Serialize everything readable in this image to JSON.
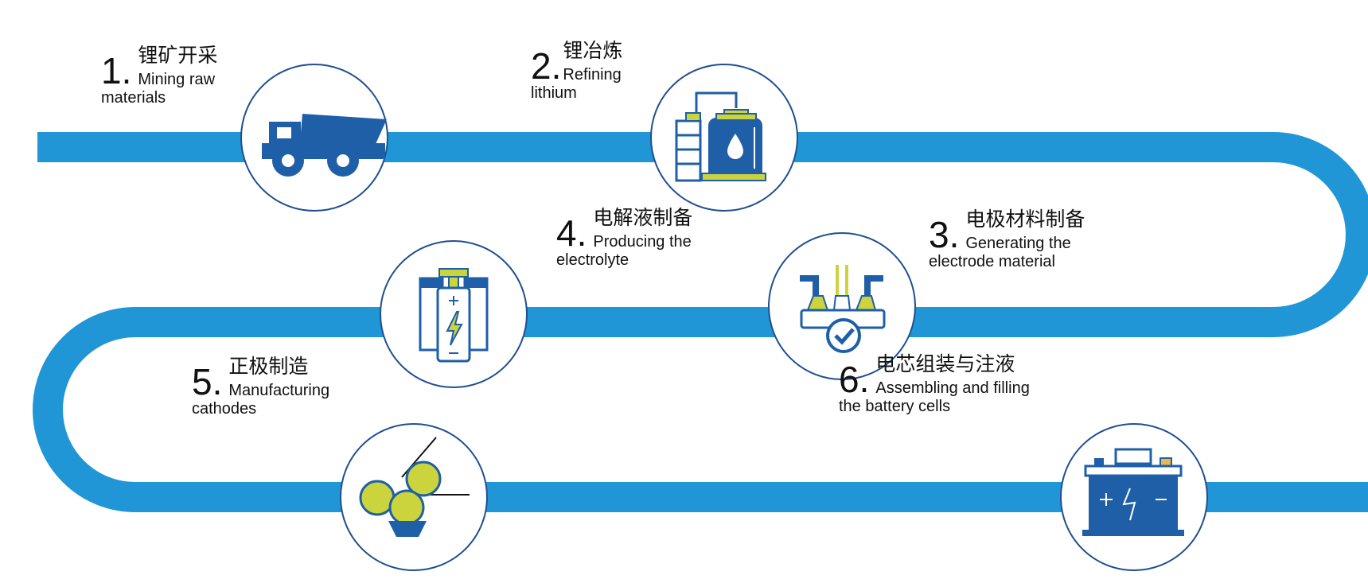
{
  "steps": [
    {
      "number": "1.",
      "zh": "锂矿开采",
      "en_line1": "Mining raw",
      "en_line2": "materials",
      "icon": "mining-truck-icon"
    },
    {
      "number": "2.",
      "zh": "锂冶炼",
      "en_line1": "Refining",
      "en_line2": "lithium",
      "icon": "refinery-tank-icon"
    },
    {
      "number": "3.",
      "zh": "电极材料制备",
      "en_line1": "Generating the",
      "en_line2": "electrode material",
      "icon": "electrode-check-icon"
    },
    {
      "number": "4.",
      "zh": "电解液制备",
      "en_line1": "Producing the",
      "en_line2": "electrolyte",
      "icon": "electrolyte-battery-icon"
    },
    {
      "number": "5.",
      "zh": "正极制造",
      "en_line1": "Manufacturing",
      "en_line2": "cathodes",
      "icon": "cathode-rollers-icon"
    },
    {
      "number": "6.",
      "zh": "电芯组装与注液",
      "en_line1": "Assembling and filling",
      "en_line2": "the battery cells",
      "icon": "car-battery-icon"
    }
  ],
  "colors": {
    "path": "#2196d6",
    "icon_blue": "#1f5fa8",
    "icon_yellow": "#cbd43c",
    "circle_border": "#1f4f8f"
  }
}
